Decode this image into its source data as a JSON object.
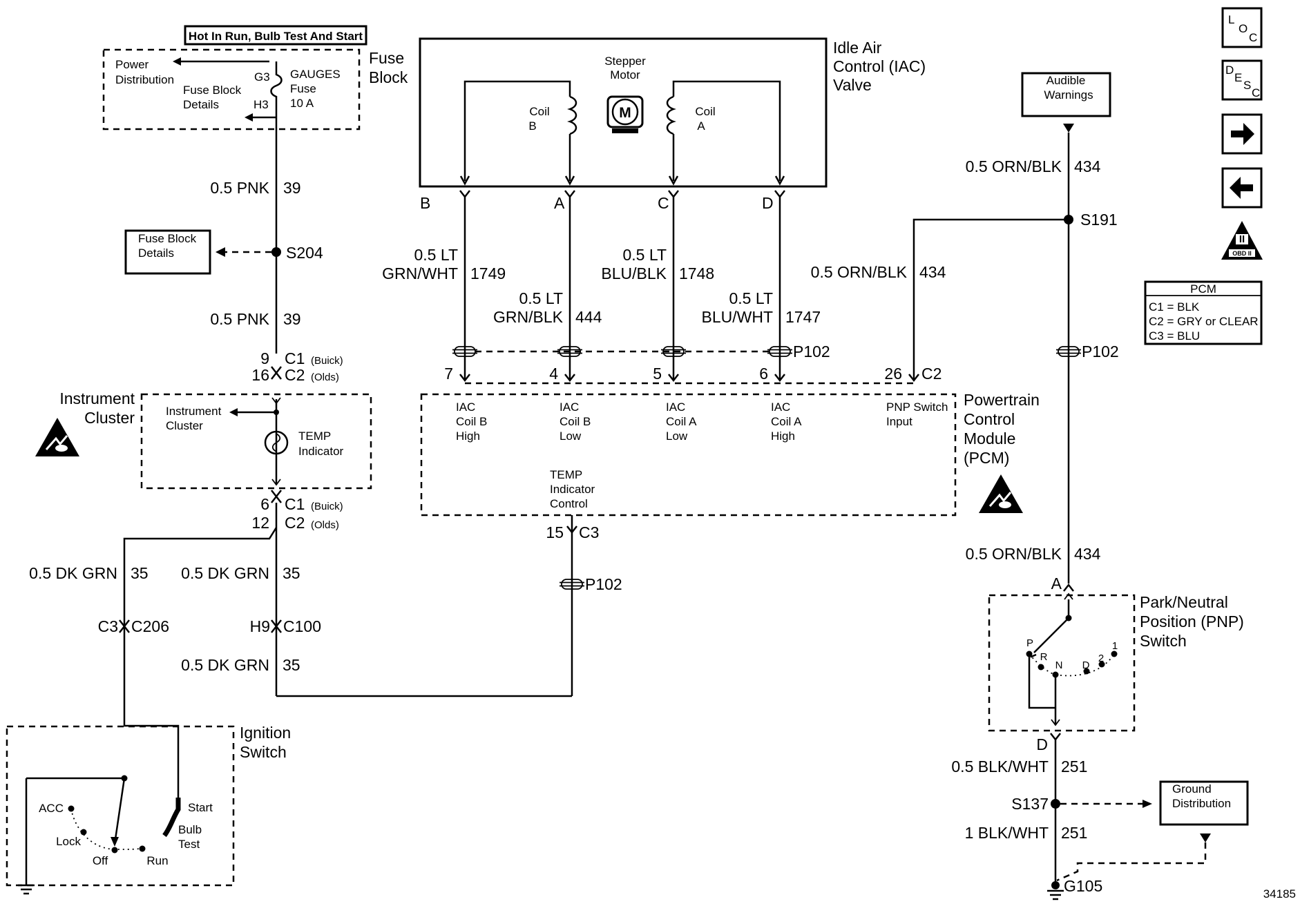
{
  "fuse": {
    "header": "Hot In Run, Bulb Test And Start",
    "power_distribution": [
      "Power",
      "Distribution"
    ],
    "fuse_block_details": [
      "Fuse Block",
      "Details"
    ],
    "g3": "G3",
    "h3": "H3",
    "fuse_name": [
      "GAUGES",
      "Fuse",
      "10 A"
    ],
    "title": [
      "Fuse",
      "Block"
    ]
  },
  "pink_wire": {
    "size_color": "0.5 PNK",
    "circuit": "39"
  },
  "splice_s204": "S204",
  "fuse_block_details_box": [
    "Fuse Block",
    "Details"
  ],
  "cluster_conn_top": {
    "c1_pin": "9",
    "c1": "C1",
    "c1_note": "(Buick)",
    "c2_pin": "16",
    "c2": "C2",
    "c2_note": "(Olds)"
  },
  "cluster": {
    "title": [
      "Instrument",
      "Cluster"
    ],
    "inner_label": [
      "Instrument",
      "Cluster"
    ],
    "temp_indicator": [
      "TEMP",
      "Indicator"
    ]
  },
  "cluster_conn_bottom": {
    "c1_pin": "6",
    "c1": "C1",
    "c1_note": "(Buick)",
    "c2_pin": "12",
    "c2": "C2",
    "c2_note": "(Olds)"
  },
  "dk_grn_wire": {
    "size_color": "0.5 DK GRN",
    "circuit": "35"
  },
  "conn_c206": {
    "left": "C3",
    "right": "C206"
  },
  "conn_c100": {
    "left": "H9",
    "right": "C100"
  },
  "ignition": {
    "title": [
      "Ignition",
      "Switch"
    ],
    "positions": [
      "ACC",
      "Lock",
      "Off",
      "Run",
      "Start",
      "Bulb",
      "Test"
    ]
  },
  "iac": {
    "title": [
      "Idle Air",
      "Control (IAC)",
      "Valve"
    ],
    "stepper": [
      "Stepper",
      "Motor"
    ],
    "motor_symbol": "M",
    "coil_b": [
      "Coil",
      "B"
    ],
    "coil_a": [
      "Coil",
      "A"
    ],
    "terminals": [
      "B",
      "A",
      "C",
      "D"
    ]
  },
  "iac_wires": [
    {
      "size": "0.5 LT",
      "color": "GRN/WHT",
      "circuit": "1749"
    },
    {
      "size": "0.5 LT",
      "color": "GRN/BLK",
      "circuit": "444"
    },
    {
      "size": "0.5 LT",
      "color": "BLU/BLK",
      "circuit": "1748"
    },
    {
      "size": "0.5 LT",
      "color": "BLU/WHT",
      "circuit": "1747"
    }
  ],
  "p102": "P102",
  "pcm_pins": [
    "7",
    "4",
    "5",
    "6",
    "26"
  ],
  "pcm_c2": "C2",
  "pcm": {
    "title": [
      "Powertrain",
      "Control",
      "Module",
      "(PCM)"
    ],
    "inputs": [
      [
        "IAC",
        "Coil B",
        "High"
      ],
      [
        "IAC",
        "Coil B",
        "Low"
      ],
      [
        "IAC",
        "Coil A",
        "Low"
      ],
      [
        "IAC",
        "Coil A",
        "High"
      ],
      [
        "PNP Switch",
        "Input"
      ]
    ],
    "temp_control": [
      "TEMP",
      "Indicator",
      "Control"
    ],
    "c3_pin": "15",
    "c3": "C3"
  },
  "orn_wire": {
    "size_color": "0.5 ORN/BLK",
    "circuit": "434"
  },
  "audible": [
    "Audible",
    "Warnings"
  ],
  "splice_s191": "S191",
  "pnp": {
    "title": [
      "Park/Neutral",
      "Position (PNP)",
      "Switch"
    ],
    "term_a": "A",
    "term_d": "D",
    "positions": [
      "P",
      "R",
      "N",
      "D",
      "2",
      "1"
    ]
  },
  "blk_wire_1": {
    "size_color": "0.5 BLK/WHT",
    "circuit": "251"
  },
  "splice_s137": "S137",
  "blk_wire_2": {
    "size_color": "1 BLK/WHT",
    "circuit": "251"
  },
  "ground_distribution": [
    "Ground",
    "Distribution"
  ],
  "ground_g105": "G105",
  "side_icons": {
    "loc": [
      "L",
      "O",
      "C"
    ],
    "desc": [
      "D",
      "E",
      "S",
      "C"
    ],
    "obd": "OBD II",
    "obd_numeral": "II"
  },
  "pcm_legend": {
    "title": "PCM",
    "rows": [
      "C1 = BLK",
      "C2 = GRY or CLEAR",
      "C3 = BLU"
    ]
  },
  "figure_number": "34185"
}
